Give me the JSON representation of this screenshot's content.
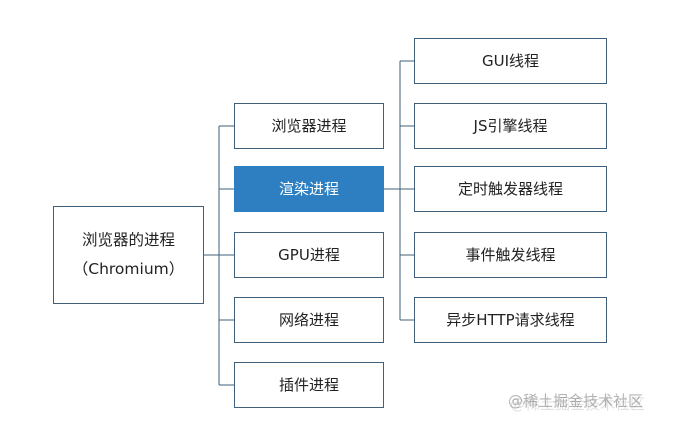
{
  "root": {
    "line1": "浏览器的进程",
    "line2": "（Chromium）"
  },
  "processes": [
    {
      "label": "浏览器进程",
      "highlight": false
    },
    {
      "label": "渲染进程",
      "highlight": true
    },
    {
      "label": "GPU进程",
      "highlight": false
    },
    {
      "label": "网络进程",
      "highlight": false
    },
    {
      "label": "插件进程",
      "highlight": false
    }
  ],
  "threads": [
    {
      "label": "GUI线程"
    },
    {
      "label": "JS引擎线程"
    },
    {
      "label": "定时触发器线程"
    },
    {
      "label": "事件触发线程"
    },
    {
      "label": "异步HTTP请求线程"
    }
  ],
  "watermark": "@稀土掘金技术社区",
  "colors": {
    "line": "#3f5f7a",
    "highlight": "#2e7fc1"
  }
}
